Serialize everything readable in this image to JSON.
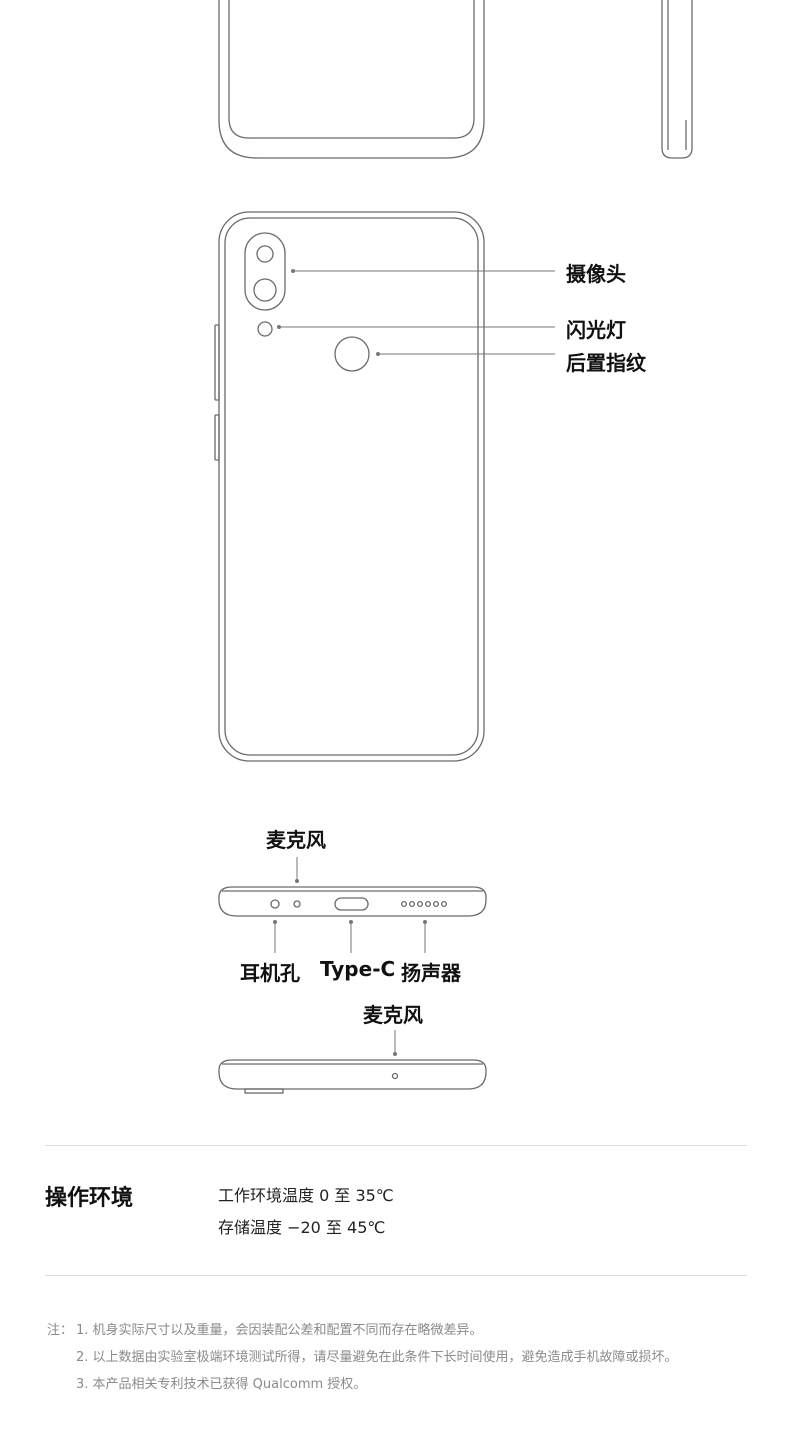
{
  "back_labels": {
    "camera": "摄像头",
    "flash": "闪光灯",
    "fingerprint": "后置指纹"
  },
  "bottom_labels": {
    "mic_top": "麦克风",
    "headphone": "耳机孔",
    "typec": "Type-C",
    "speaker": "扬声器",
    "mic_top2": "麦克风"
  },
  "environment": {
    "title": "操作环境",
    "operating": "工作环境温度  0 至 35℃",
    "storage": "存储温度  −20 至 45℃"
  },
  "notes": {
    "prefix": "注：",
    "n1": "1. 机身实际尺寸以及重量，会因装配公差和配置不同而存在略微差异。",
    "n2": "2. 以上数据由实验室极端环境测试所得，请尽量避免在此条件下长时间使用，避免造成手机故障或损坏。",
    "n3": "3. 本产品相关专利技术已获得 Qualcomm 授权。"
  }
}
